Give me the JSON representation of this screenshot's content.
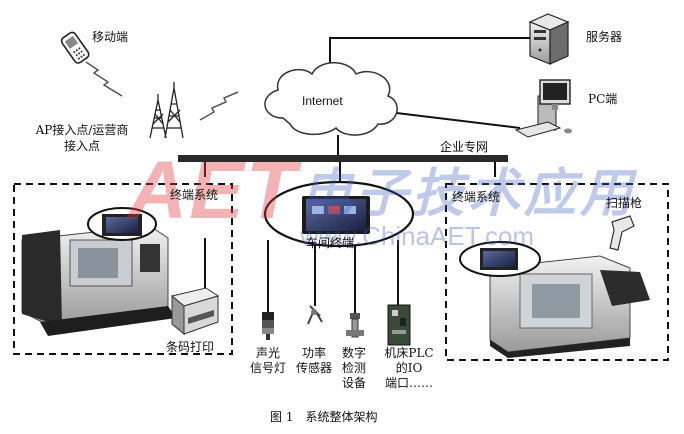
{
  "nodes": {
    "mobile": "移动端",
    "server": "服务器",
    "pc": "PC端",
    "ap": "AP接入点/运营商\n接入点",
    "internet": "Internet",
    "enterprise_network": "企业专网",
    "terminal_left": "终端系统",
    "terminal_right": "终端系统",
    "workshop_terminal": "车间终端",
    "scanner": "扫描枪",
    "barcode_printer": "条码打印",
    "signal_light": "声光\n信号灯",
    "power_sensor": "功率\n传感器",
    "digital_gauge": "数字\n检测\n设备",
    "plc_io": "机床PLC\n的IO\n端口……"
  },
  "watermark": {
    "logo": "AET",
    "cn_text": "电子技术应用",
    "url": "www.ChinaAET.com",
    "color": "#e2393c"
  },
  "caption": "图 1　系统整体架构"
}
